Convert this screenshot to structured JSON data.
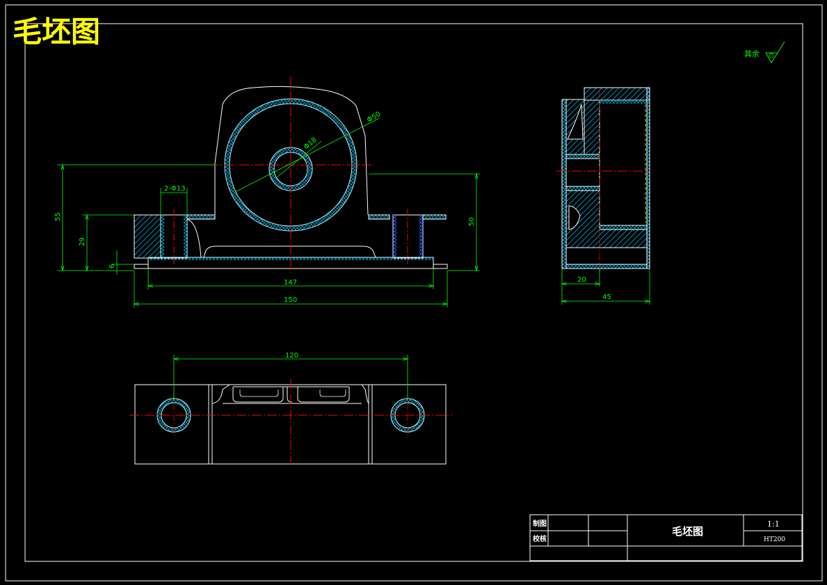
{
  "drawing": {
    "banner_title": "毛坯图",
    "surface_note": "其余",
    "colors": {
      "background": "#000000",
      "outline": "#ffffff",
      "dimension": "#00ff00",
      "centerline": "#ff0000",
      "hatch": "#00a0c8",
      "hatch_alt": "#3060ff",
      "banner": "#ffff00",
      "hidden": "#ffff00"
    }
  },
  "dimensions": {
    "d_bore_large": "Φ50",
    "d_bore_small": "Φ18",
    "d_holes": "2-Φ13",
    "h_total": "55",
    "h_base_top": "29",
    "h_base_plate": "6",
    "h_right": "50",
    "w_inner": "147",
    "w_total": "150",
    "side_20": "20",
    "side_45": "45",
    "hole_spacing": "120"
  },
  "title_block": {
    "label_drawn": "制图",
    "label_checked": "校核",
    "title": "毛坯图",
    "scale": "1:1",
    "material": "HT200"
  }
}
